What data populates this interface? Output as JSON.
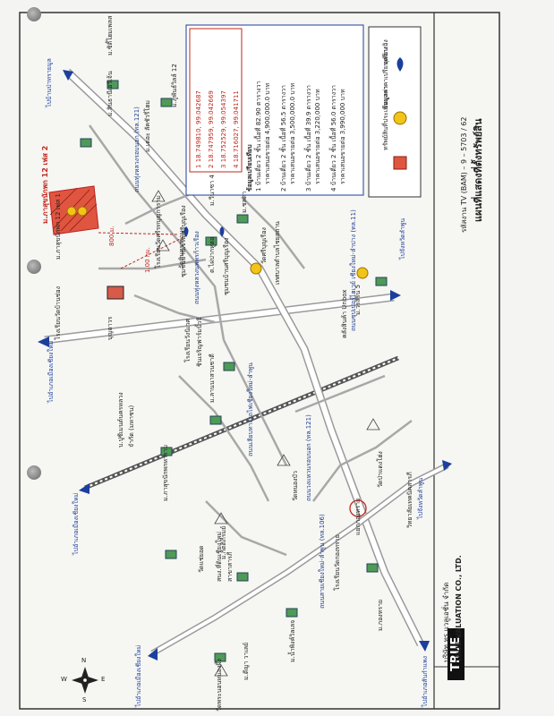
{
  "company": {
    "thai": "บริษัท ทรู แวลูเอชั่น จำกัด",
    "english": "TRUE VALUATION CO., LTD.",
    "logo": "TRUE"
  },
  "report": {
    "ref": "รหัสงาน TV (BAM) – 9 – 5703 / 62",
    "title": "แผนที่แสดงที่ตั้งทรัพย์สิน"
  },
  "legend": {
    "subject": "ทรัพย์สินที่ประเมินมูลค่า",
    "comparable": "ข้อมูลราคาเปรียบเทียบ",
    "landmark": "จุดอ้างอิง",
    "compare_header": "ข้อมูลเปรียบเทียบ",
    "coords": [
      {
        "n": "1",
        "c": "18.749810, 99.042687"
      },
      {
        "n": "2",
        "c": "18.747959, 99.042669"
      },
      {
        "n": "3",
        "c": "18.752529, 99.054397"
      },
      {
        "n": "4",
        "c": "18.716027, 99.041711"
      }
    ],
    "comps": [
      {
        "n": "1",
        "line1": "บ้านเดี่ยว 2 ชั้น เนื้อที่ 82.90 ตารางวา",
        "line2": "ราคาเสนอขายต่อ 4,900,000.0 บาท"
      },
      {
        "n": "2",
        "line1": "บ้านเดี่ยว 2 ชั้น เนื้อที่ 56.5 ตารางวา",
        "line2": "ราคาเสนอขายต่อ 3,500,000.0 บาท"
      },
      {
        "n": "3",
        "line1": "บ้านเดี่ยว 2 ชั้น เนื้อที่ 39.9 ตารางวา",
        "line2": "ราคาเสนอขายต่อ 3,220,000 บาท"
      },
      {
        "n": "4",
        "line1": "บ้านเดี่ยว 2 ชั้น เนื้อที่ 56.0 ตารางวา",
        "line2": "ราคาเสนอขายต่อ 3,990,000 บาท"
      }
    ]
  },
  "compass": {
    "n": "N",
    "s": "S",
    "e": "E",
    "w": "W"
  },
  "map": {
    "subject_label": "ม.ภาสุขนักพก 12 เฟส 2",
    "dist_800": "800 ม.",
    "dist_1000": "1.00 กม.",
    "roads": {
      "superhighway": "ถนนซุปเปอร์ไฮเวย์ เชียงใหม่-ลำปาง (ทล.11)",
      "outer_ring": "ถนนวงแหวนรอบนอก (ทล.121)",
      "ring_top": "ถนนทุ่งหลวงรอบนอก (ทล.121)",
      "railway": "ถนนเลียบทางรถไฟเชียงใหม่-ลำพูน",
      "maetaeng": "ถนนสายเชียงใหม่-ลำพูน (ทล.106)",
      "soi": "ถนนทุ่งหลวงนพพรก้าวเรือง",
      "to_lamphun_1": "ไปจังหวัดลำพูน",
      "to_lamphun_2": "ไปจังหวัดลำพูน",
      "to_city_1": "ไปอำเภอเมืองเชียงใหม่",
      "to_city_2": "ไปอำเภอเมืองเชียงใหม่",
      "to_city_3": "ไปอำเภอเมืองเชียงใหม่",
      "to_sankamphaeng": "ไปอำเภอสันกำแพง",
      "to_sansai": "ไปบ้านป่าทรายมูล"
    },
    "places": [
      {
        "k": "p1",
        "t": "ม.สินธานีเอวีเจ้น"
      },
      {
        "k": "p2",
        "t": "ม.ซิตี้โฮมเพลส"
      },
      {
        "k": "p3",
        "t": "ม.ภูพันธ์วิลล์ 12"
      },
      {
        "k": "p4",
        "t": "ม.เดอะ ลัคชัวรี่โฮม"
      },
      {
        "k": "p5",
        "t": "ม.วีนาซา 4"
      },
      {
        "k": "p6",
        "t": "ต.ไผ่ปากหูฮ่อ"
      },
      {
        "k": "p7",
        "t": "โรงเรียนวัดศรีรทบุญการาม"
      },
      {
        "k": "p8",
        "t": "วัดมินทราราม"
      },
      {
        "k": "p9",
        "t": "ม.ชลดา"
      },
      {
        "k": "p10",
        "t": "ชุมชนบ้านศรีบุญเรือง"
      },
      {
        "k": "p11",
        "t": "วัดศรีบุญเรือง"
      },
      {
        "k": "p12",
        "t": "เทศบาลตำบลไชยสถาน"
      },
      {
        "k": "p13",
        "t": "โรงเรียนวัดบ้านช่อง"
      },
      {
        "k": "p14",
        "t": "ม.ภาสุขนักพก 12 เฟส 1"
      },
      {
        "k": "p15",
        "t": "บุญถาวร"
      },
      {
        "k": "p16",
        "t": "ชุมชนบ้านเจริญศรีบุญเรือง"
      },
      {
        "k": "p17",
        "t": "คลังสินค้า Unbox"
      },
      {
        "k": "p18",
        "t": "ม.วรสิริน 5"
      },
      {
        "k": "p19",
        "t": "โรงเรียนวังนิเวศ"
      },
      {
        "k": "p20",
        "t": "ชินเจริญฟาร์มบิ้วจี"
      },
      {
        "k": "p21",
        "t": "ม.ลานนาสวนชาตี"
      },
      {
        "k": "p22",
        "t": "บ.ปูซีเมนต์นครหลวง"
      },
      {
        "k": "p23",
        "t": "จำกัด (มหาชน)"
      },
      {
        "k": "p24",
        "t": "ม.ภาสุขนักพกหาราม"
      },
      {
        "k": "p25",
        "t": "วัดป่าแดงโฮ่ง"
      },
      {
        "k": "p26",
        "t": "วัดหนองบัว"
      },
      {
        "k": "p27",
        "t": "วัดแช่ยอด"
      },
      {
        "k": "p28",
        "t": "ม.กิตติภิรมย์"
      },
      {
        "k": "p29",
        "t": "สนง.ที่ดินเชียงใหม่"
      },
      {
        "k": "p30",
        "t": "สาขาสารภี"
      },
      {
        "k": "p31",
        "t": "แยกกองทราย"
      },
      {
        "k": "p32",
        "t": "วิทยาลัยเทคนิคสารภี"
      },
      {
        "k": "p33",
        "t": "โรงเรียนวัดกองทราย"
      },
      {
        "k": "p34",
        "t": "ม.กองทราย"
      },
      {
        "k": "p35",
        "t": "ม.น้ำพิงค์วิลเลจ"
      },
      {
        "k": "p36",
        "t": "ม.ดีญา วาเลย์"
      },
      {
        "k": "p37",
        "t": "วัดพระนอนหนองผึ้ง"
      }
    ]
  }
}
